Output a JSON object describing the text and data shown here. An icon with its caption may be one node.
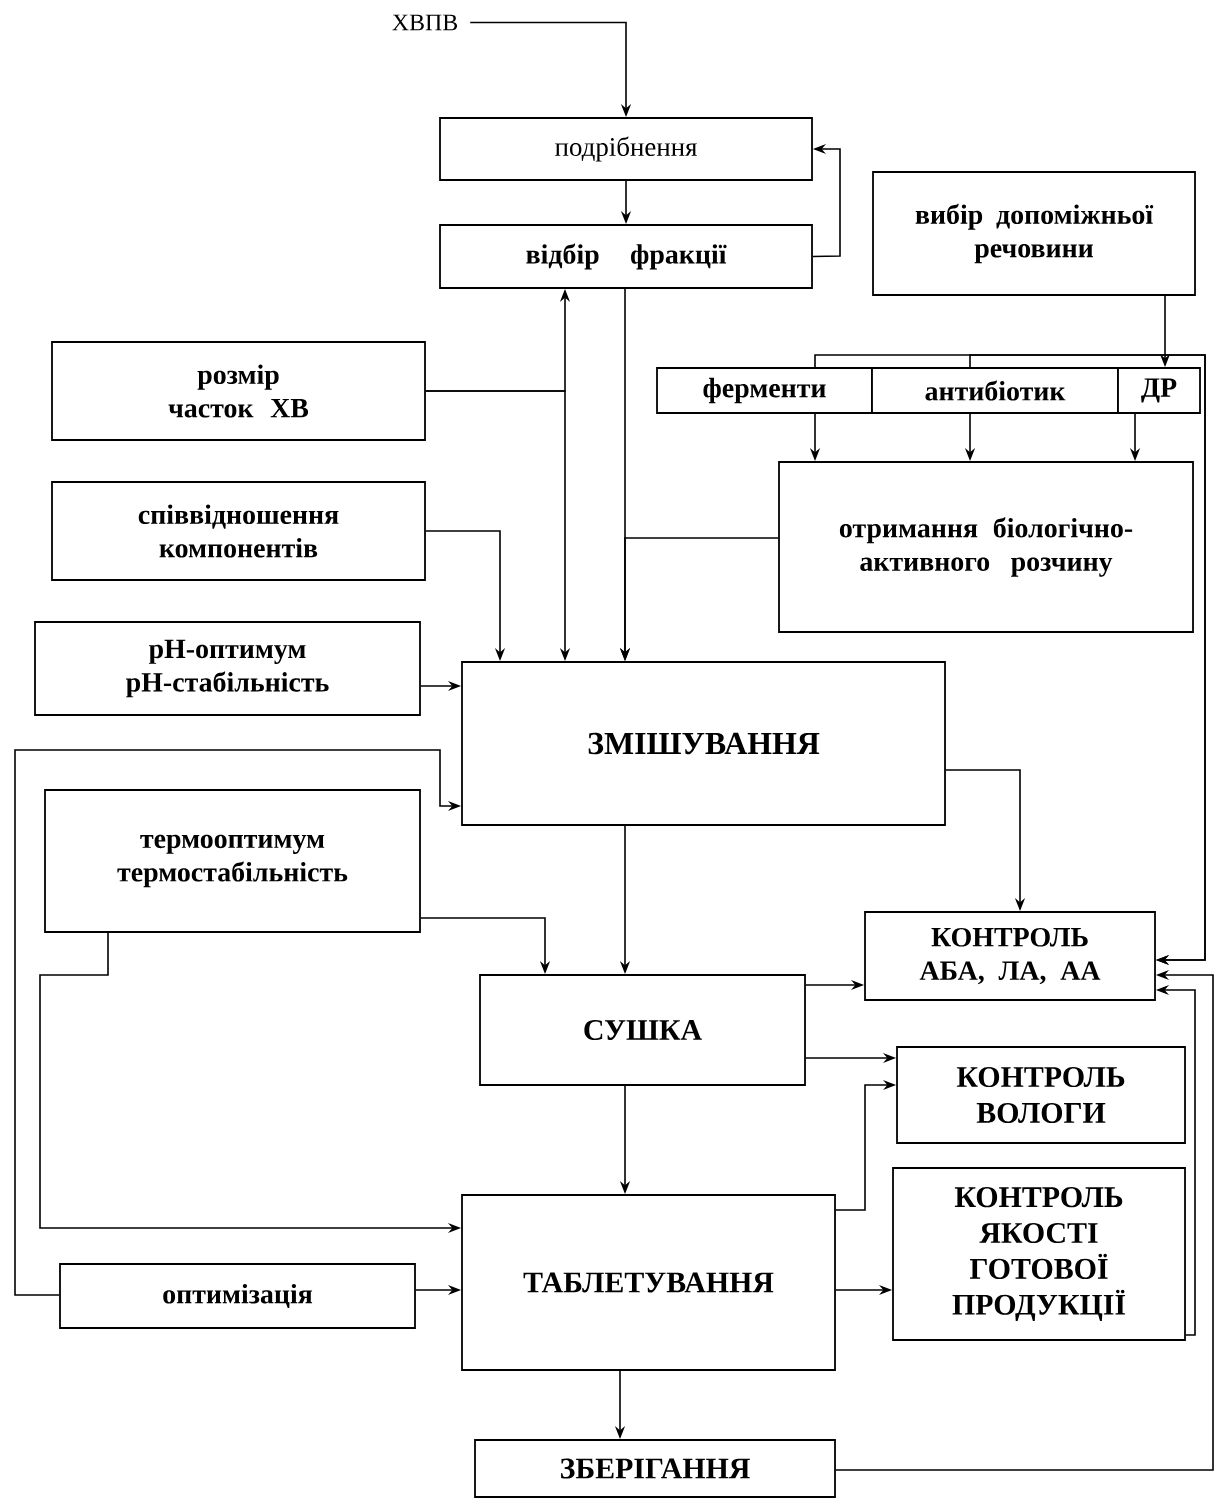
{
  "diagram": {
    "nodes": [
      {
        "text": [
          "ХВПВ"
        ]
      },
      {
        "text": [
          "подрібнення"
        ]
      },
      {
        "text": [
          "відбір фракції"
        ]
      },
      {
        "text": [
          "вибір допоміжньої речовини"
        ]
      },
      {
        "text": [
          "розмір часток ХВ"
        ]
      },
      {
        "text": [
          "ферменти"
        ]
      },
      {
        "text": [
          "антибіотик"
        ]
      },
      {
        "text": [
          "ДР"
        ]
      },
      {
        "text": [
          "отримання біологічно-активного розчину"
        ]
      },
      {
        "text": [
          "співвідношення компонентів"
        ]
      },
      {
        "text": [
          "pH-оптимум pH-стабільність"
        ]
      },
      {
        "text": [
          "ЗМІШУВАННЯ"
        ]
      },
      {
        "text": [
          "термооптимум термостабільність"
        ]
      },
      {
        "text": [
          "КОНТРОЛЬ АБА, ЛА, АА"
        ]
      },
      {
        "text": [
          "СУШКА"
        ]
      },
      {
        "text": [
          "КОНТРОЛЬ ВОЛОГИ"
        ]
      },
      {
        "text": [
          "оптимізація"
        ]
      },
      {
        "text": [
          "ТАБЛЕТУВАННЯ"
        ]
      },
      {
        "text": [
          "КОНТРОЛЬ ЯКОСТІ ГОТОВОЇ ПРОДУКЦІЇ"
        ]
      },
      {
        "text": [
          "ЗБЕРІГАННЯ"
        ]
      }
    ],
    "edges": [
      {
        "from": 0,
        "to": 1,
        "arrow": "to"
      },
      {
        "from": 1,
        "to": 2,
        "arrow": "to"
      },
      {
        "from": 2,
        "to": 1,
        "arrow": "to"
      },
      {
        "from": 3,
        "to": 7,
        "arrow": "to"
      },
      {
        "from": 4,
        "to": 2,
        "arrow": "to"
      },
      {
        "from": 4,
        "to": 11,
        "arrow": "to"
      },
      {
        "from": 5,
        "to": 8,
        "arrow": "to"
      },
      {
        "from": 6,
        "to": 8,
        "arrow": "to"
      },
      {
        "from": 7,
        "to": 8,
        "arrow": "to"
      },
      {
        "from": 5,
        "to": 13,
        "arrow": "to"
      },
      {
        "from": 6,
        "to": 13,
        "arrow": "to"
      },
      {
        "from": 2,
        "to": 11,
        "arrow": "to"
      },
      {
        "from": 8,
        "to": 11,
        "arrow": "to"
      },
      {
        "from": 9,
        "to": 11,
        "arrow": "to"
      },
      {
        "from": 10,
        "to": 11,
        "arrow": "to"
      },
      {
        "from": 16,
        "to": 11,
        "arrow": "to"
      },
      {
        "from": 16,
        "to": 17,
        "arrow": "to"
      },
      {
        "from": 12,
        "to": 14,
        "arrow": "to"
      },
      {
        "from": 12,
        "to": 17,
        "arrow": "to"
      },
      {
        "from": 11,
        "to": 14,
        "arrow": "to"
      },
      {
        "from": 11,
        "to": 13,
        "arrow": "to"
      },
      {
        "from": 14,
        "to": 13,
        "arrow": "to"
      },
      {
        "from": 14,
        "to": 15,
        "arrow": "to"
      },
      {
        "from": 14,
        "to": 17,
        "arrow": "to"
      },
      {
        "from": 17,
        "to": 15,
        "arrow": "to"
      },
      {
        "from": 17,
        "to": 18,
        "arrow": "to"
      },
      {
        "from": 17,
        "to": 19,
        "arrow": "to"
      },
      {
        "from": 19,
        "to": 13,
        "arrow": "to"
      },
      {
        "from": 18,
        "to": 13,
        "arrow": "to"
      }
    ]
  }
}
